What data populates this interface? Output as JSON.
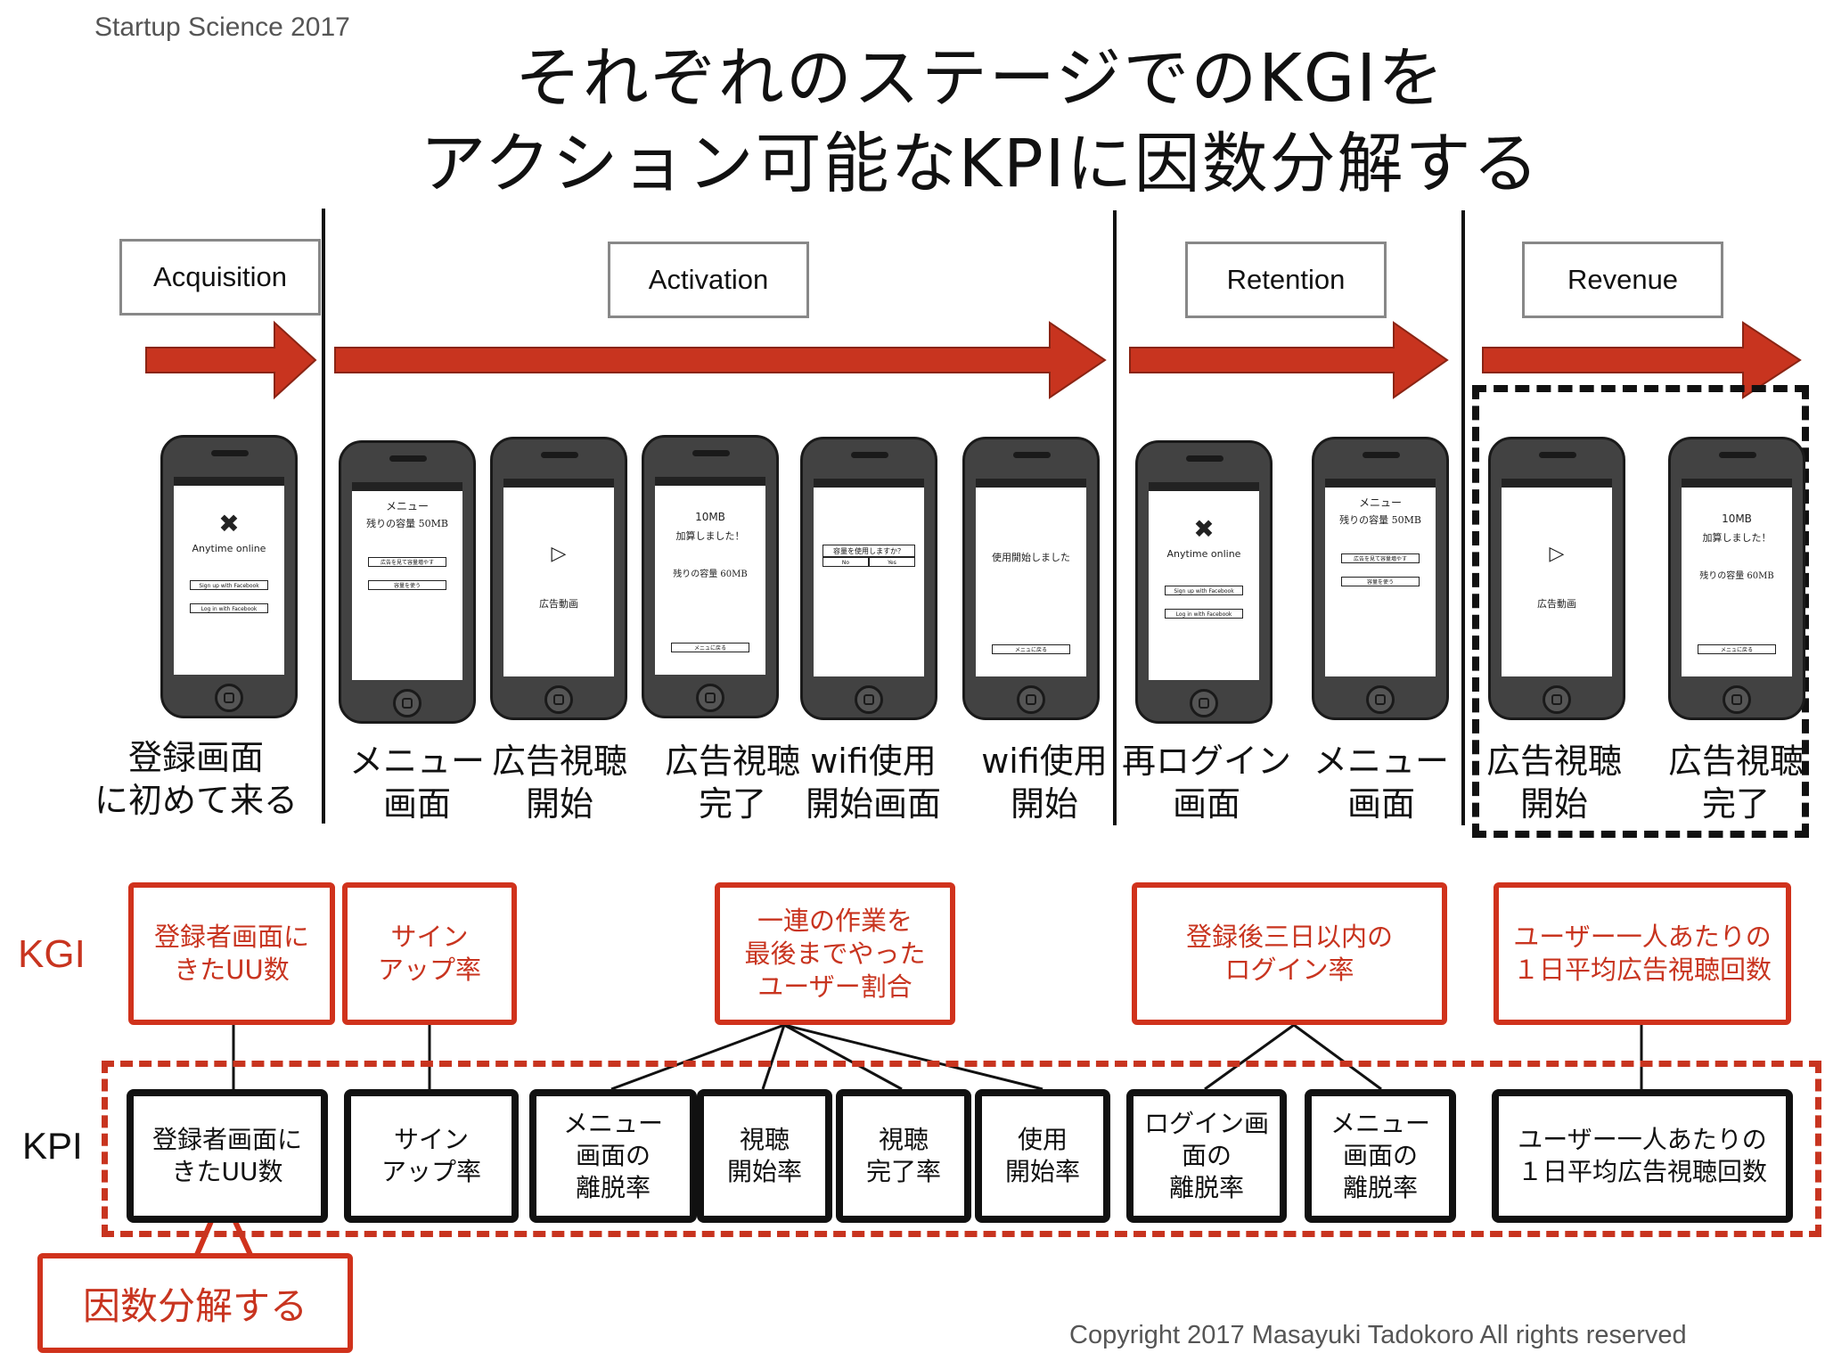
{
  "header": "Startup Science 2017",
  "title_lines": [
    "それぞれのステージでのKGIを",
    "アクション可能なKPIに因数分解する"
  ],
  "stages": [
    "Acquisition",
    "Activation",
    "Retention",
    "Revenue"
  ],
  "phones": [
    {
      "lines": [
        "Anytime online"
      ],
      "buttons": [
        "Sign up with Facebook",
        "Log in with Facebook"
      ],
      "logo": true
    },
    {
      "lines": [
        "メニュー",
        "残りの容量 50MB"
      ],
      "buttons": [
        "広告を見て容量増やす",
        "容量を使う"
      ]
    },
    {
      "lines": [
        "広告動画"
      ],
      "play": true
    },
    {
      "lines": [
        "10MB",
        "加算しました！",
        "残りの容量 60MB"
      ],
      "buttons": [
        "メニュに戻る"
      ]
    },
    {
      "lines": [
        "容量を使用しますか？"
      ],
      "buttons": [
        "No",
        "Yes"
      ]
    },
    {
      "lines": [
        "使用開始しました"
      ],
      "buttons": [
        "メニュに戻る"
      ]
    },
    {
      "lines": [
        "Anytime online"
      ],
      "buttons": [
        "Sign up with Facebook",
        "Log in with Facebook"
      ],
      "logo": true
    },
    {
      "lines": [
        "メニュー",
        "残りの容量 50MB"
      ],
      "buttons": [
        "広告を見て容量増やす",
        "容量を使う"
      ]
    },
    {
      "lines": [
        "広告動画"
      ],
      "play": true
    },
    {
      "lines": [
        "10MB",
        "加算しました！",
        "残りの容量 60MB"
      ],
      "buttons": [
        "メニュに戻る"
      ]
    }
  ],
  "steps": [
    [
      "登録画面",
      "に初めて来る"
    ],
    [
      "メニュー",
      "画面"
    ],
    [
      "広告視聴",
      "開始"
    ],
    [
      "広告視聴",
      "完了"
    ],
    [
      "wifi使用",
      "開始画面"
    ],
    [
      "wifi使用",
      "開始"
    ],
    [
      "再ログイン",
      "画面"
    ],
    [
      "メニュー",
      "画面"
    ],
    [
      "広告視聴",
      "開始"
    ],
    [
      "広告視聴",
      "完了"
    ]
  ],
  "kgi_label": "KGI",
  "kpi_label": "KPI",
  "kgi": [
    [
      "登録者画面に",
      "きたUU数"
    ],
    [
      "サイン",
      "アップ率"
    ],
    [
      "一連の作業を",
      "最後までやった",
      "ユーザー割合"
    ],
    [
      "登録後三日以内の",
      "ログイン率"
    ],
    [
      "ユーザー一人あたりの",
      "１日平均広告視聴回数"
    ]
  ],
  "kpi": [
    [
      "登録者画面に",
      "きたUU数"
    ],
    [
      "サイン",
      "アップ率"
    ],
    [
      "メニュー",
      "画面の",
      "離脱率"
    ],
    [
      "視聴",
      "開始率"
    ],
    [
      "視聴",
      "完了率"
    ],
    [
      "使用",
      "開始率"
    ],
    [
      "ログイン画",
      "面の",
      "離脱率"
    ],
    [
      "メニュー",
      "画面の",
      "離脱率"
    ],
    [
      "ユーザー一人あたりの",
      "１日平均広告視聴回数"
    ]
  ],
  "factor_label": "因数分解する",
  "copyright": "Copyright 2017 Masayuki Tadokoro All rights reserved",
  "colors": {
    "accent": "#d0321c",
    "ink": "#111111",
    "phone": "#424242"
  }
}
